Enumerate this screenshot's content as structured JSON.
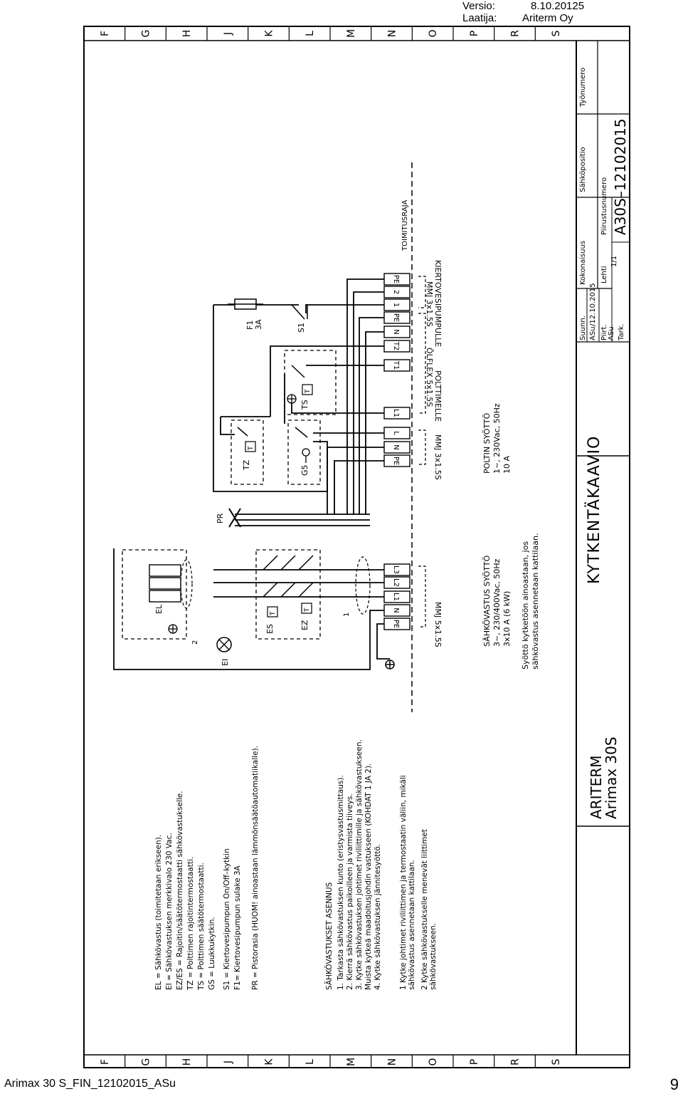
{
  "header": {
    "version_label": "Versio:",
    "version_value": "8.10.20125",
    "author_label": "Laatija:",
    "author_value": "Ariterm Oy"
  },
  "footer": {
    "document_name": "Arimax 30 S_FIN_12102015_ASu",
    "page_number": "9"
  },
  "grid": {
    "rows": [
      "F",
      "G",
      "H",
      "J",
      "K",
      "L",
      "M",
      "N",
      "O",
      "P",
      "R",
      "S"
    ]
  },
  "legend": {
    "lines": [
      "EL = Sähkövastus (toimitetaan erikseen).",
      "EI = Sähkövastuksen merkkivalo 230 Vac.",
      "EZ/ES = Rajoitin/säätötermostaatti sähkövastukselle.",
      "TZ = Polttimen rajoitintermostaatti.",
      "TS = Polttimen säätötermostaatti.",
      "GS = Luukkukytkin.",
      "S1 = Kiertovesipumpun On/Off–kytkin",
      "F1= Kiertovesipumpun sulake 3A",
      "PR = Pistorasia (HUOM! ainoastaan lämmönsäätöautomatiikalle)."
    ]
  },
  "installation": {
    "title": "SÄHKÖVASTUKSET ASENNUS",
    "steps": [
      "1. Tarkasta sähkövastuksen kunto (eristysvastusmittaus).",
      "2. Kierrä sähkövastus paikoilleen ja varmista tiiveys.",
      "3. Kytke sähkövastuksen johtimet riviliittimille ja sähkövastukseen.",
      "   Muista kytkeä maadoitusjohdin vastukseen (KOHDAT 1 JA 2).",
      "4. Kytke sähkövastuksen jännitesyöttö."
    ],
    "notes": [
      "1 Kytke johtimet riviliittimen ja termostaatin väliin, mikäli",
      "   sähkövastus asennetaan kattilaan.",
      "2 Kytke sähkövastukselle menevät liittimet",
      "   sähkövastukseen."
    ]
  },
  "terminals": [
    "L3",
    "L2",
    "L1",
    "N",
    "PE",
    "PE",
    "N",
    "L",
    "L1",
    "T1",
    "T2",
    "N",
    "PE",
    "1",
    "2",
    "PE"
  ],
  "cables": {
    "heater_supply": "MMJ 5x1.5S",
    "burner_supply": "MMJ 3x1.5S",
    "burner_flex": "ÖLFLEX 5x1.5S",
    "burner_name": "POLTTIMELLE",
    "pump_cable": "MMJ 3x1.5S",
    "pump_name": "KIERTOVESIPUMPULLE",
    "delivery_limit": "TOIMITUSRAJA"
  },
  "heater_supply": {
    "lines": [
      "SÄHKÖVASTUS SYÖTTÖ",
      "3~, 230/400Vac, 50Hz",
      "3x10 A  (6 kW)"
    ],
    "note": [
      "Syöttö kytketöön ainoastaan, jos",
      "sähkövastus asennetaan kattilaan."
    ]
  },
  "burner_supply": {
    "lines": [
      "POLTIN SYÖTTÖ",
      "1~, 230Vac, 50Hz",
      "10 A"
    ]
  },
  "components": {
    "el": "EL",
    "ei": "EI",
    "es": "ES",
    "ez": "EZ",
    "tz": "TZ",
    "gs": "G5",
    "ts": "TS",
    "s1": "S1",
    "f1": "F1",
    "f1_rating": "3A",
    "pr": "PR",
    "t": "T",
    "note1": "1",
    "note2": "2"
  },
  "title_block": {
    "drawing_title": "KYTKENTÄKAAVIO",
    "company": "ARITERM",
    "product": "Arimax 30S",
    "labels": {
      "work_number": "Työnumero",
      "electrical_position": "Sähköpositio",
      "drawing_number": "Piirustusnumero",
      "entity": "Kokonaisuus",
      "sheet": "Lehti",
      "designed": "Suunn.",
      "drawn": "Piirt.",
      "checked": "Tark."
    },
    "values": {
      "drawing_number": "A30S–12102015",
      "sheet": "1/1",
      "designed_by": "ASu",
      "designed_date": "/12.10.2015",
      "drawn_by": "ASu"
    }
  }
}
